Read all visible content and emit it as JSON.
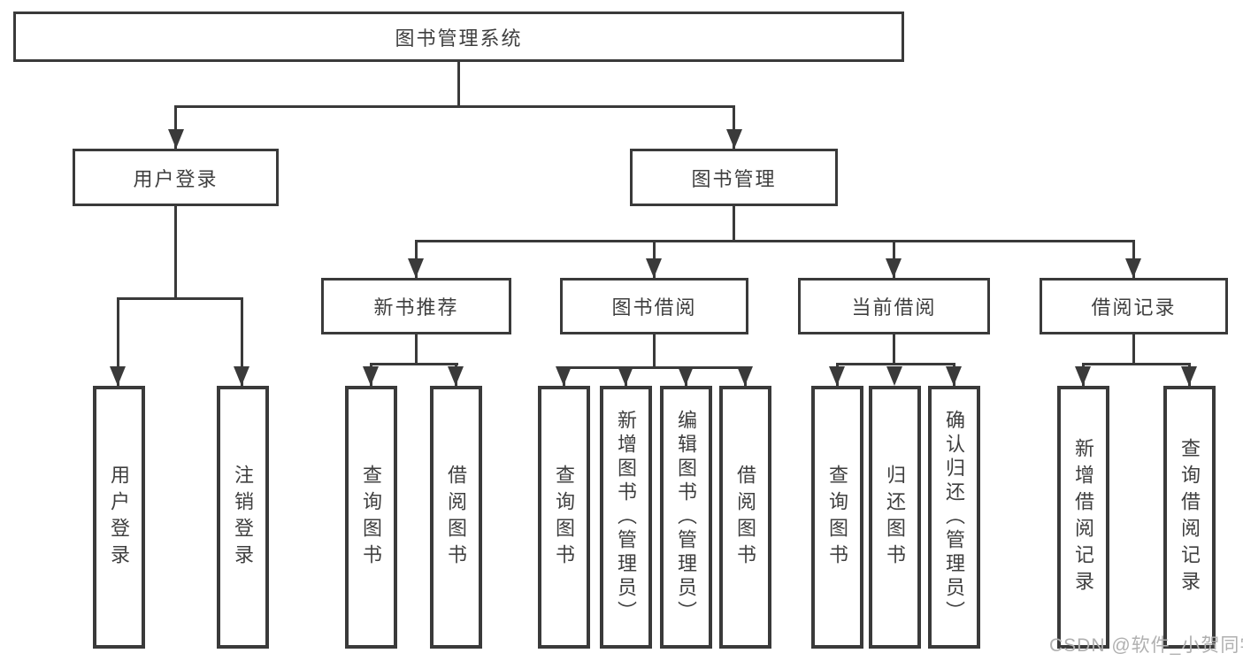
{
  "diagram": {
    "root": "图书管理系统",
    "level2": [
      "用户登录",
      "图书管理"
    ],
    "level3": [
      "新书推荐",
      "图书借阅",
      "当前借阅",
      "借阅记录"
    ],
    "leaves": [
      "用户登录",
      "注销登录",
      "查询图书",
      "借阅图书",
      "查询图书",
      "新增图书（管理员）",
      "编辑图书（管理员）",
      "借阅图书",
      "查询图书",
      "归还图书",
      "确认归还（管理员）",
      "新增借阅记录",
      "查询借阅记录"
    ],
    "watermark": "CSDN @软件_小贺同学"
  },
  "colors": {
    "line": "#3a3a3a",
    "text": "#3f3f3f",
    "watermark": "#b0b0b0",
    "background": "#ffffff"
  }
}
